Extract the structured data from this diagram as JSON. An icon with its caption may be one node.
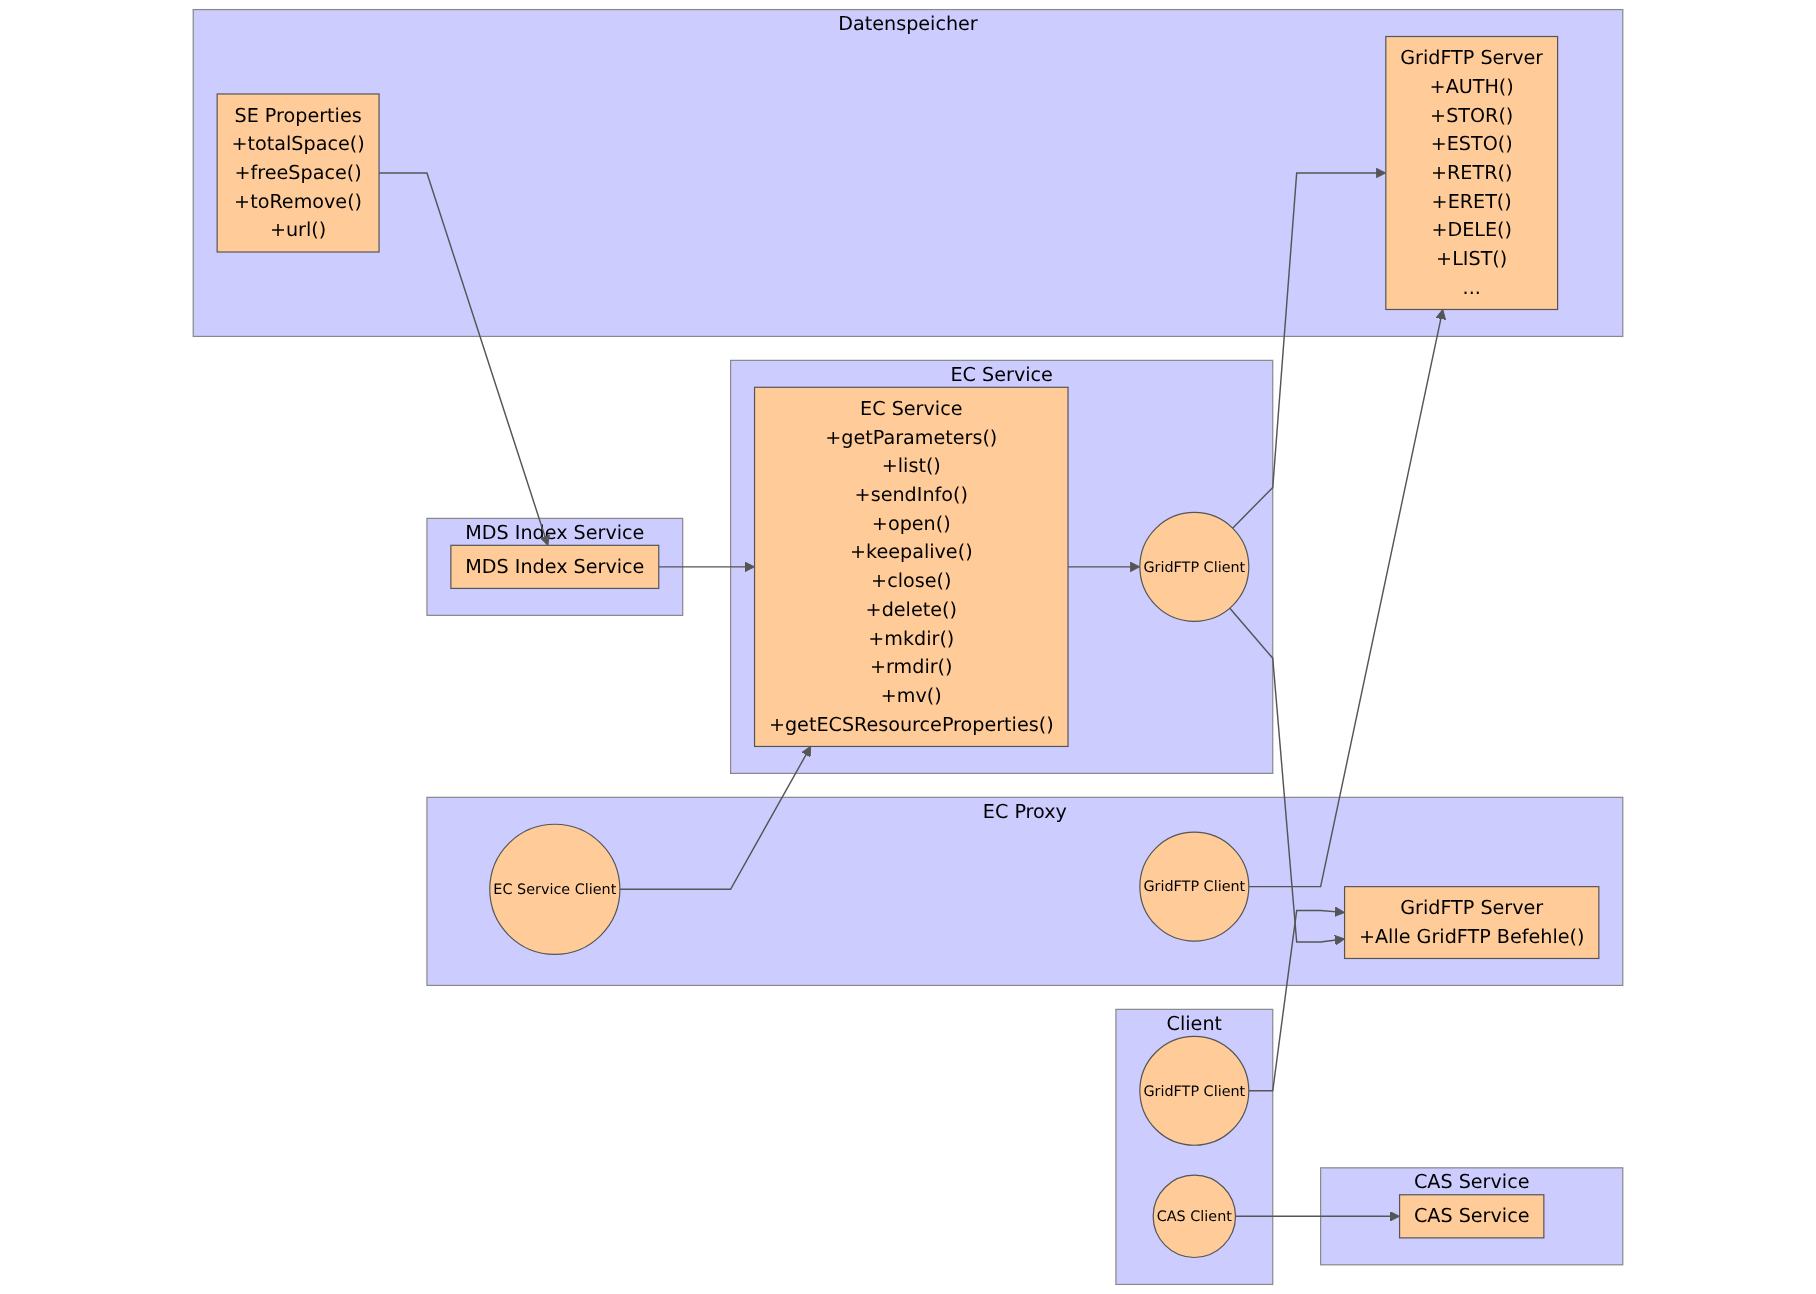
{
  "diagram": {
    "nodes": [
      {
        "text": [
          "Client"
        ]
      },
      {
        "text": [
          "CAS Client"
        ],
        "in": 0
      },
      {
        "text": [
          "GridFTP Client"
        ],
        "in": 0
      },
      {
        "text": [
          "CAS Service"
        ]
      },
      {
        "text": [
          "CAS Service"
        ],
        "in": 3
      },
      {
        "text": [
          "EC Proxy"
        ]
      },
      {
        "text": [
          "GridFTP Server",
          "+Alle GridFTP Befehle()"
        ],
        "in": 5
      },
      {
        "text": [
          "EC Service Client"
        ],
        "in": 5
      },
      {
        "text": [
          "GridFTP Client"
        ],
        "in": 5
      },
      {
        "text": [
          "EC Service"
        ]
      },
      {
        "text": [
          "EC Service",
          "+getParameters()",
          "+list()",
          "+sendInfo()",
          "+open()",
          "+keepalive()",
          "+close()",
          "+delete()",
          "+mkdir()",
          "+rmdir()",
          "+mv()",
          "+getECSResourceProperties()"
        ],
        "in": 9
      },
      {
        "text": [
          "GridFTP Client"
        ],
        "in": 9
      },
      {
        "text": [
          "Datenspeicher"
        ]
      },
      {
        "text": [
          "GridFTP Server",
          "+AUTH()",
          "+STOR()",
          "+ESTO()",
          "+RETR()",
          "+ERET()",
          "+DELE()",
          "+LIST()",
          "..."
        ],
        "in": 12
      },
      {
        "text": [
          "SE Properties",
          "+totalSpace()",
          "+freeSpace()",
          "+toRemove()",
          "+url()"
        ],
        "in": 12
      },
      {
        "text": [
          "MDS Index Service"
        ]
      },
      {
        "text": [
          "MDS Index Service"
        ],
        "in": 15
      }
    ],
    "edges": [
      {
        "from": 1,
        "to": 4,
        "arrow": "to"
      },
      {
        "from": 2,
        "to": 6,
        "arrow": "to"
      },
      {
        "from": 7,
        "to": 10,
        "arrow": "to"
      },
      {
        "from": 10,
        "to": 11,
        "arrow": "to"
      },
      {
        "from": 11,
        "to": 6,
        "arrow": "to"
      },
      {
        "from": 8,
        "to": 13,
        "arrow": "to"
      },
      {
        "from": 11,
        "to": 13,
        "arrow": "to"
      },
      {
        "from": 14,
        "to": 16,
        "arrow": "to"
      },
      {
        "from": 16,
        "to": 10,
        "arrow": "to"
      }
    ]
  }
}
